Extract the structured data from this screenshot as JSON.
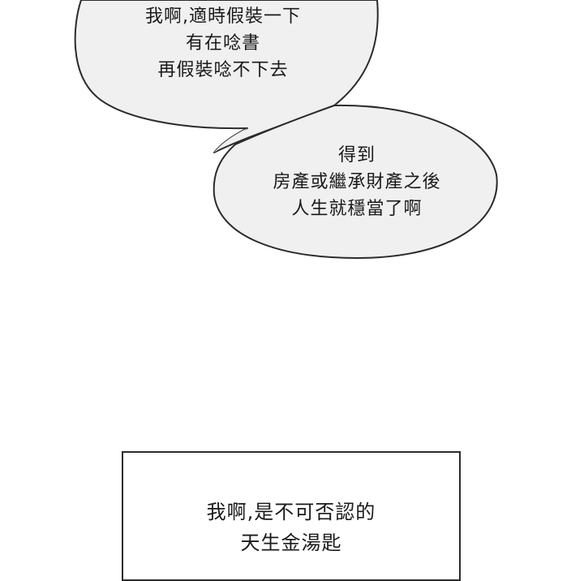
{
  "bubble_top": {
    "lines": [
      "我啊,適時假裝一下",
      "有在唸書",
      "再假裝唸不下去"
    ]
  },
  "bubble_middle": {
    "lines": [
      "得到",
      "房產或繼承財產之後",
      "人生就穩當了啊"
    ]
  },
  "caption": {
    "lines": [
      "我啊,是不可否認的",
      "天生金湯匙"
    ]
  },
  "colors": {
    "background": "#ffffff",
    "bubble_fill": "#f0f0f0",
    "outline": "#2b2b2b",
    "text": "#1a1a1a"
  }
}
